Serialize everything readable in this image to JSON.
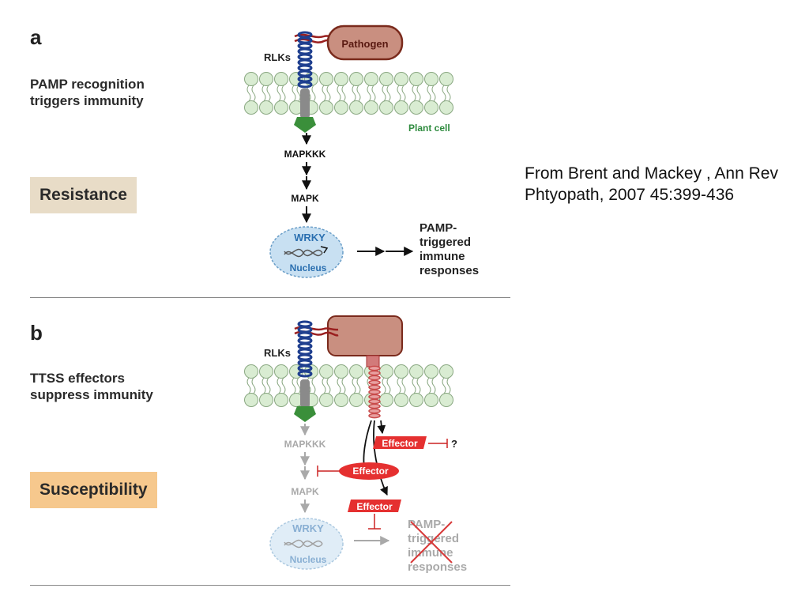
{
  "panel_a": {
    "letter": "a",
    "description_lines": [
      "PAMP recognition",
      "triggers immunity"
    ],
    "outcome": "Resistance",
    "rlks": "RLKs",
    "pathogen": "Pathogen",
    "plant_cell": "Plant cell",
    "mapkkk": "MAPKKK",
    "mapk": "MAPK",
    "wrky": "WRKY",
    "nucleus": "Nucleus",
    "response_lines": [
      "PAMP-",
      "triggered",
      "immune",
      "responses"
    ]
  },
  "panel_b": {
    "letter": "b",
    "description_lines": [
      "TTSS effectors",
      "suppress immunity"
    ],
    "outcome": "Susceptibility",
    "rlks": "RLKs",
    "mapkkk": "MAPKKK",
    "mapk": "MAPK",
    "wrky": "WRKY",
    "nucleus": "Nucleus",
    "effector_1": "Effector",
    "effector_2": "Effector",
    "effector_3": "Effector",
    "unknown_target": "?",
    "response_lines": [
      "PAMP-",
      "triggered",
      "immune",
      "responses"
    ]
  },
  "citation": "From Brent and Mackey , Ann Rev Phtyopath, 2007 45:399-436",
  "colors": {
    "helix_blue": "#1f3f8f",
    "pathogen_fill": "#c98f80",
    "pathogen_stroke": "#7a2a1c",
    "membrane_fill": "#d9ecd2",
    "membrane_stroke": "#8aa882",
    "kinase_green": "#3a8f3a",
    "nucleus_fill": "#c8e0f2",
    "wrky_blue": "#2a6fb0",
    "effector_red": "#e53030",
    "resistance_bg": "#e8dcc7",
    "susceptibility_bg": "#f6c88d"
  },
  "icons": [
    "membrane-bilayer-icon",
    "rlk-receptor-helix-icon",
    "pathogen-cell-icon",
    "kinase-icon",
    "nucleus-dna-icon",
    "inhibition-arrow-icon",
    "cross-out-icon"
  ]
}
